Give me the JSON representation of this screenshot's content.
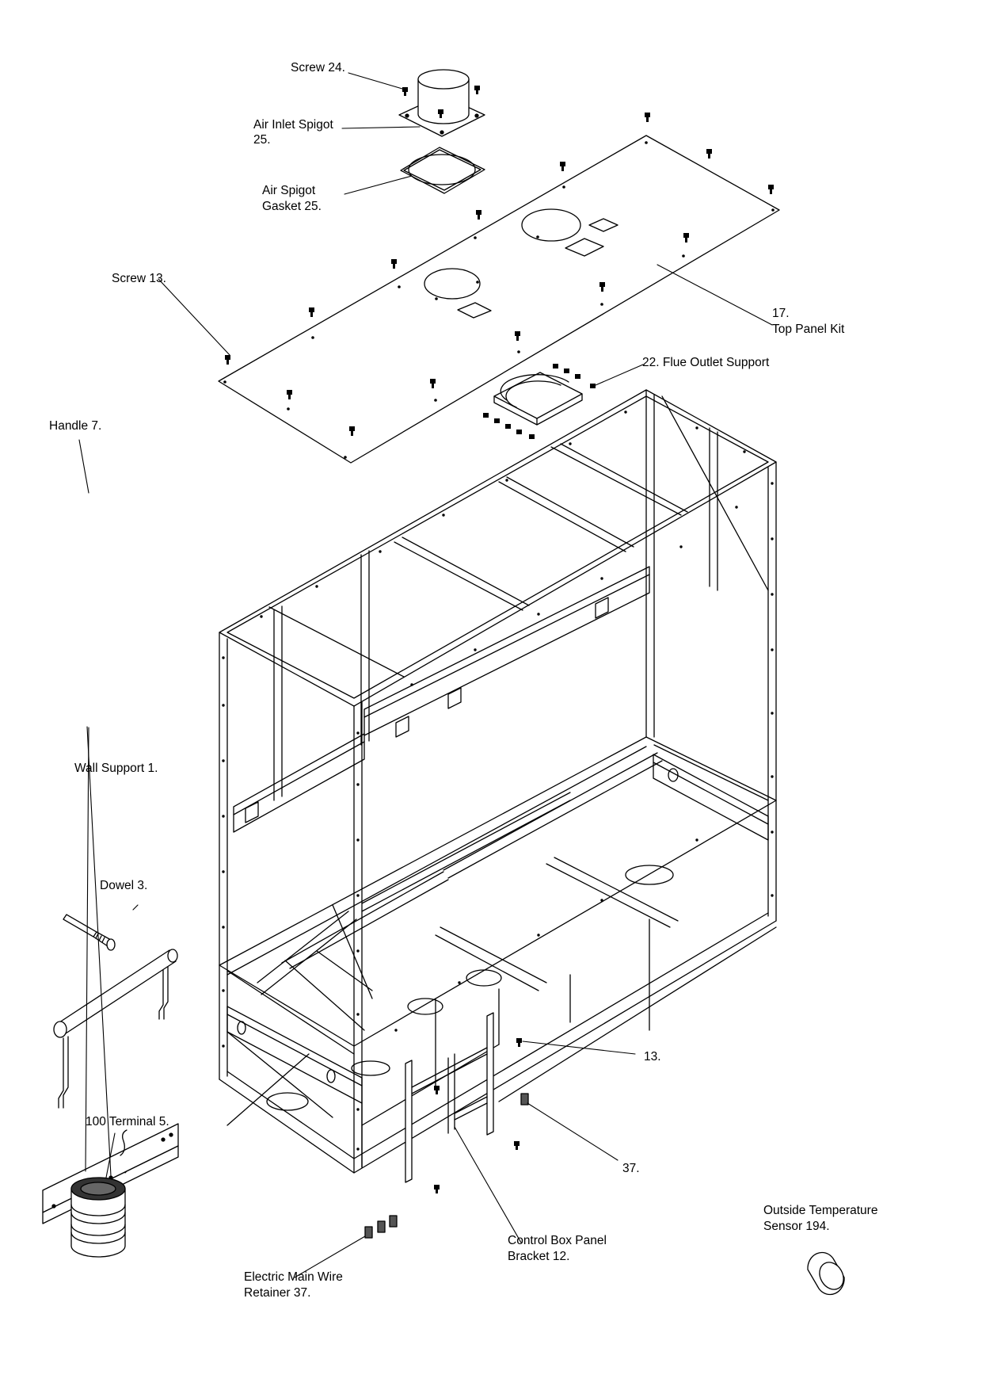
{
  "labels": {
    "screw_24": "Screw 24.",
    "air_inlet_spigot_1": "Air Inlet Spigot",
    "air_inlet_spigot_2": "25.",
    "air_spigot_gasket_1": "Air Spigot",
    "air_spigot_gasket_2": "Gasket 25.",
    "screw_13": "Screw 13.",
    "top_panel_1": "17.",
    "top_panel_2": "Top Panel Kit",
    "flue_outlet": "22. Flue Outlet Support",
    "handle": "Handle 7.",
    "wall_support": "Wall Support 1.",
    "dowel": "Dowel 3.",
    "screw_13_short": "13.",
    "terminal": "100 Terminal 5.",
    "wire_retainer_short": "37.",
    "sensor_1": "Outside Temperature",
    "sensor_2": "Sensor 194.",
    "control_box_1": "Control Box Panel",
    "control_box_2": "Bracket 12.",
    "wire_retainer_1": "Electric Main Wire",
    "wire_retainer_2": "Retainer 37."
  }
}
